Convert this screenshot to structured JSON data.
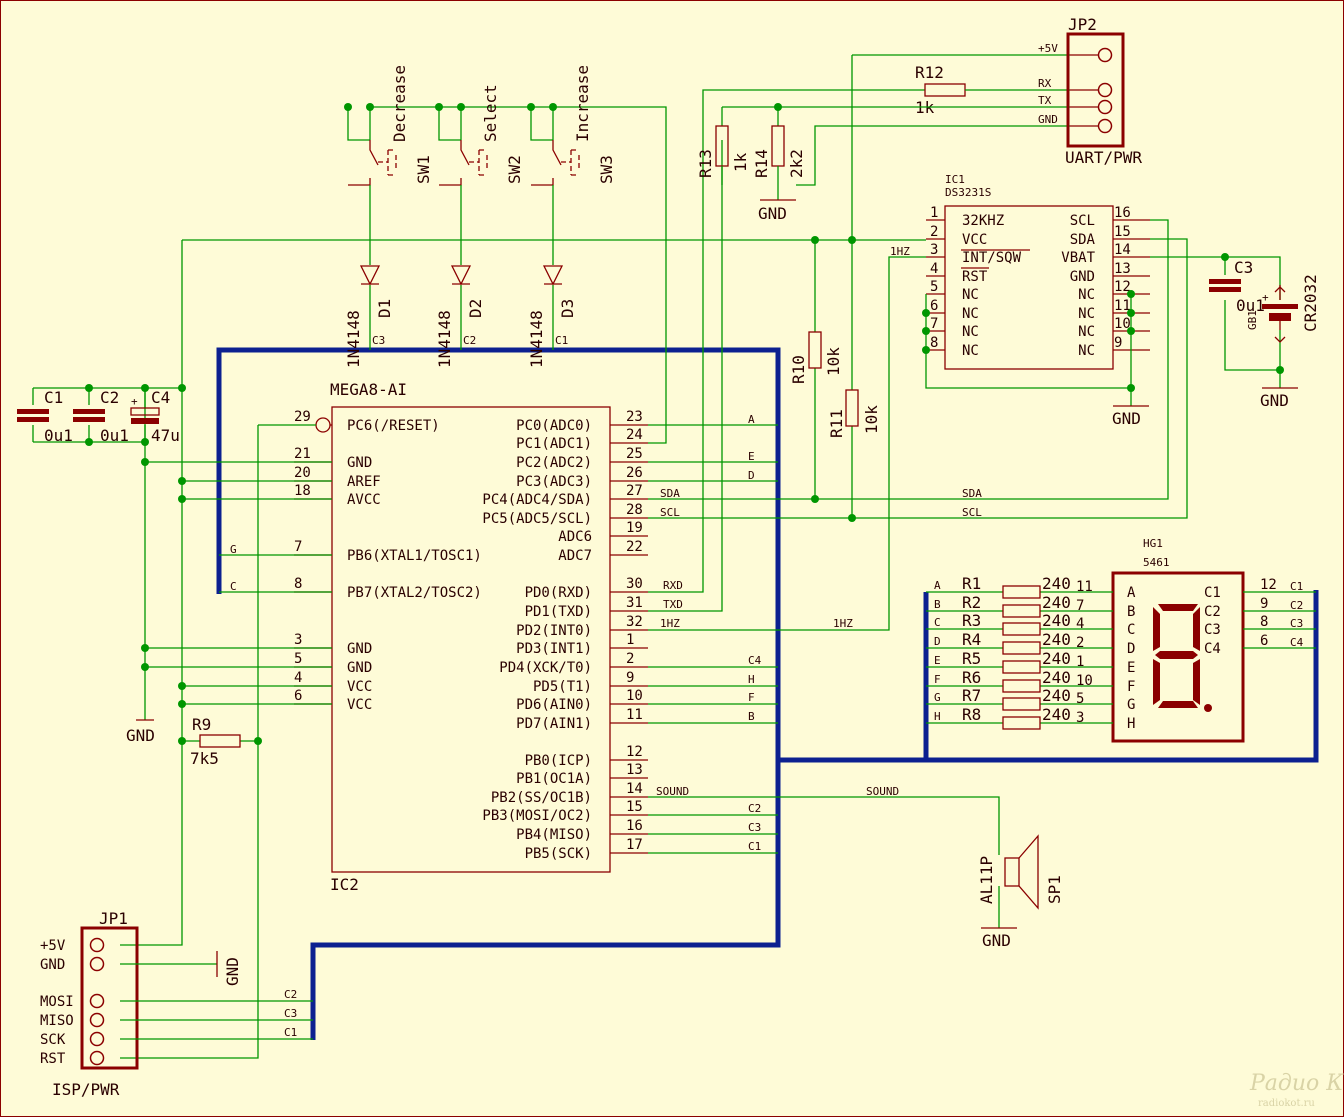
{
  "ic2": {
    "name": "MEGA8-AI",
    "ref": "IC2",
    "left_pins": [
      {
        "num": "29",
        "name": "PC6(/RESET)"
      },
      {
        "num": "21",
        "name": "GND"
      },
      {
        "num": "20",
        "name": "AREF"
      },
      {
        "num": "18",
        "name": "AVCC"
      },
      {
        "num": "7",
        "name": "PB6(XTAL1/TOSC1)"
      },
      {
        "num": "8",
        "name": "PB7(XTAL2/TOSC2)"
      },
      {
        "num": "3",
        "name": "GND"
      },
      {
        "num": "5",
        "name": "GND"
      },
      {
        "num": "4",
        "name": "VCC"
      },
      {
        "num": "6",
        "name": "VCC"
      }
    ],
    "right_pins": [
      {
        "num": "23",
        "name": "PC0(ADC0)",
        "net": "A"
      },
      {
        "num": "24",
        "name": "PC1(ADC1)",
        "net": ""
      },
      {
        "num": "25",
        "name": "PC2(ADC2)",
        "net": "E"
      },
      {
        "num": "26",
        "name": "PC3(ADC3)",
        "net": "D"
      },
      {
        "num": "27",
        "name": "PC4(ADC4/SDA)",
        "net": "SDA"
      },
      {
        "num": "28",
        "name": "PC5(ADC5/SCL)",
        "net": "SCL"
      },
      {
        "num": "19",
        "name": "ADC6",
        "net": ""
      },
      {
        "num": "22",
        "name": "ADC7",
        "net": ""
      },
      {
        "num": "30",
        "name": "PD0(RXD)",
        "net": "RXD"
      },
      {
        "num": "31",
        "name": "PD1(TXD)",
        "net": "TXD"
      },
      {
        "num": "32",
        "name": "PD2(INT0)",
        "net": "1HZ"
      },
      {
        "num": "1",
        "name": "PD3(INT1)",
        "net": ""
      },
      {
        "num": "2",
        "name": "PD4(XCK/T0)",
        "net": "C4"
      },
      {
        "num": "9",
        "name": "PD5(T1)",
        "net": "H"
      },
      {
        "num": "10",
        "name": "PD6(AIN0)",
        "net": "F"
      },
      {
        "num": "11",
        "name": "PD7(AIN1)",
        "net": "B"
      },
      {
        "num": "12",
        "name": "PB0(ICP)",
        "net": ""
      },
      {
        "num": "13",
        "name": "PB1(OC1A)",
        "net": ""
      },
      {
        "num": "14",
        "name": "PB2(SS/OC1B)",
        "net": "SOUND"
      },
      {
        "num": "15",
        "name": "PB3(MOSI/OC2)",
        "net": "C2"
      },
      {
        "num": "16",
        "name": "PB4(MISO)",
        "net": "C3"
      },
      {
        "num": "17",
        "name": "PB5(SCK)",
        "net": "C1"
      }
    ],
    "left_nets": {
      "g": "G",
      "c": "C"
    },
    "right_net_labels": {
      "sda": "SDA",
      "scl": "SCL",
      "hz": "1HZ",
      "sound": "SOUND"
    }
  },
  "ic1": {
    "ref": "IC1",
    "name": "DS3231S",
    "left_pins": [
      {
        "num": "1",
        "name": "32KHZ"
      },
      {
        "num": "2",
        "name": "VCC"
      },
      {
        "num": "3",
        "name": "INT/SQW"
      },
      {
        "num": "4",
        "name": "RST"
      },
      {
        "num": "5",
        "name": "NC"
      },
      {
        "num": "6",
        "name": "NC"
      },
      {
        "num": "7",
        "name": "NC"
      },
      {
        "num": "8",
        "name": "NC"
      }
    ],
    "right_pins": [
      {
        "num": "16",
        "name": "SCL"
      },
      {
        "num": "15",
        "name": "SDA"
      },
      {
        "num": "14",
        "name": "VBAT"
      },
      {
        "num": "13",
        "name": "GND"
      },
      {
        "num": "12",
        "name": "NC"
      },
      {
        "num": "11",
        "name": "NC"
      },
      {
        "num": "10",
        "name": "NC"
      },
      {
        "num": "9",
        "name": "NC"
      }
    ],
    "net_1hz": "1HZ"
  },
  "jp2": {
    "ref": "JP2",
    "name": "UART/PWR",
    "pins": [
      "+5V",
      "RX",
      "TX",
      "GND"
    ]
  },
  "jp1": {
    "ref": "JP1",
    "name": "ISP/PWR",
    "pins": [
      "+5V",
      "GND",
      "MOSI",
      "MISO",
      "SCK",
      "RST"
    ],
    "nets": [
      "C2",
      "C3",
      "C1"
    ],
    "gnd": "GND"
  },
  "switches": [
    {
      "ref": "SW1",
      "name": "Decrease",
      "diode": "D1",
      "diode_val": "1N4148",
      "net": "C3"
    },
    {
      "ref": "SW2",
      "name": "Select",
      "diode": "D2",
      "diode_val": "1N4148",
      "net": "C2"
    },
    {
      "ref": "SW3",
      "name": "Increase",
      "diode": "D3",
      "diode_val": "1N4148",
      "net": "C1"
    }
  ],
  "resistors": {
    "r12": {
      "ref": "R12",
      "val": "1k"
    },
    "r13": {
      "ref": "R13",
      "val": "1k"
    },
    "r14": {
      "ref": "R14",
      "val": "2k2"
    },
    "r10": {
      "ref": "R10",
      "val": "10k"
    },
    "r11": {
      "ref": "R11",
      "val": "10k"
    },
    "r9": {
      "ref": "R9",
      "val": "7k5"
    }
  },
  "caps": {
    "c1": {
      "ref": "C1",
      "val": "0u1"
    },
    "c2": {
      "ref": "C2",
      "val": "0u1"
    },
    "c4": {
      "ref": "C4",
      "val": "47u"
    },
    "c3": {
      "ref": "C3",
      "val": "0u1"
    }
  },
  "battery": {
    "ref": "GB1",
    "val": "CR2032"
  },
  "display": {
    "ref": "HG1",
    "model": "5461",
    "segments": [
      "A",
      "B",
      "C",
      "D",
      "E",
      "F",
      "G",
      "H"
    ],
    "seg_pins": [
      "11",
      "7",
      "4",
      "2",
      "1",
      "10",
      "5",
      "3"
    ],
    "res_refs": [
      "R1",
      "R2",
      "R3",
      "R4",
      "R5",
      "R6",
      "R7",
      "R8"
    ],
    "res_val": "240",
    "digits": [
      "C1",
      "C2",
      "C3",
      "C4"
    ],
    "digit_pins": [
      "12",
      "9",
      "8",
      "6"
    ]
  },
  "speaker": {
    "ref": "SP1",
    "val": "AL11P"
  },
  "gnd": "GND",
  "watermark": {
    "line1": "Радио КОТ",
    "line2": "radiokot.ru"
  }
}
